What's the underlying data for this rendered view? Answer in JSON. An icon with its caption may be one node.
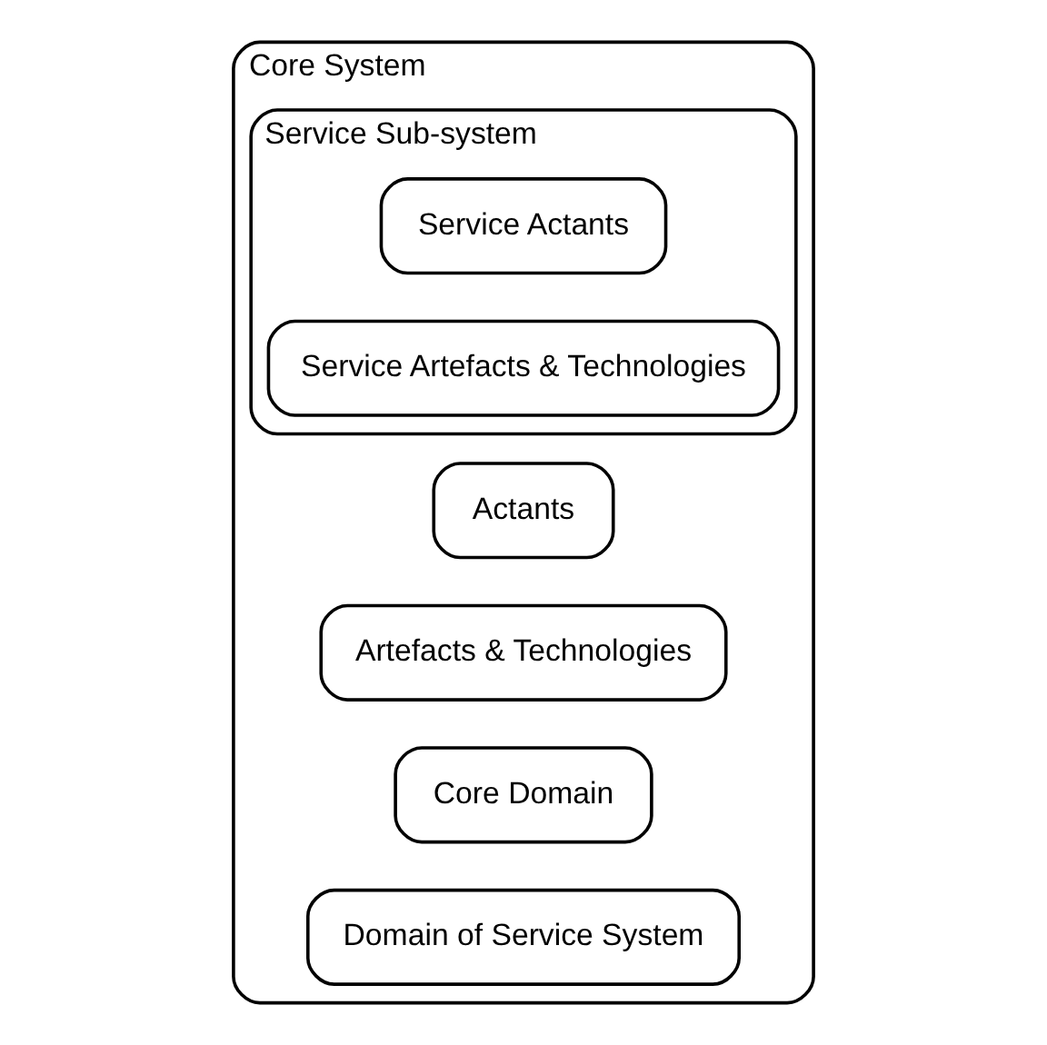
{
  "diagram": {
    "nodes": [
      {
        "text": [
          "Core System"
        ]
      },
      {
        "text": [
          "Service Sub-system"
        ],
        "in": 0
      },
      {
        "text": [
          "Actants"
        ],
        "in": 0
      },
      {
        "text": [
          "Artefacts & Technologies"
        ],
        "in": 0
      },
      {
        "text": [
          "Core Domain"
        ],
        "in": 0
      },
      {
        "text": [
          "Domain of Service System"
        ],
        "in": 0
      },
      {
        "text": [
          "Service Actants"
        ],
        "in": 1
      },
      {
        "text": [
          "Service Artefacts & Technologies"
        ],
        "in": 1
      }
    ]
  }
}
